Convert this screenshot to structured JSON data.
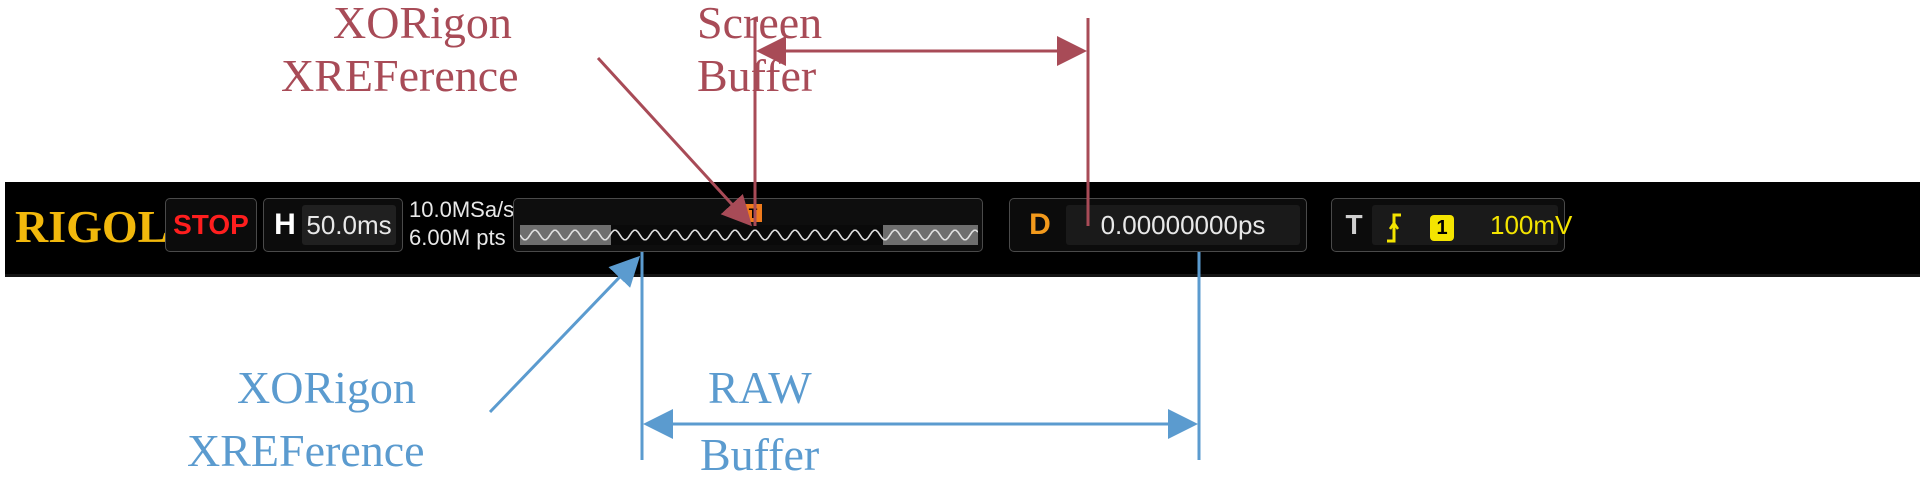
{
  "annotations": {
    "top_left_line1": "XORigon",
    "top_left_line2": "XREFerence",
    "top_right_line1": "Screen",
    "top_right_line2": "Buffer",
    "bottom_left_line1": "XORigon",
    "bottom_left_line2": "XREFerence",
    "bottom_right_line1": "RAW",
    "bottom_right_line2": "Buffer",
    "color_top": "#a84b57",
    "color_bottom": "#5b9bcf"
  },
  "statusbar": {
    "brand": "RIGOL",
    "run_state": "STOP",
    "horizontal_label": "H",
    "timebase": "50.0ms",
    "sample_rate": "10.0MSa/s",
    "memory_depth": "6.00M pts",
    "trigger_position_marker": "T",
    "delay_label": "D",
    "delay_value": "0.00000000ps",
    "trigger_label": "T",
    "trigger_edge_icon": "rising-edge-icon",
    "trigger_source": "1",
    "trigger_level": "100mV",
    "colors": {
      "brand": "#f2b80c",
      "run_state": "#ff1e1e",
      "delay": "#f39a1c",
      "trigger": "#f4e400",
      "trigger_marker": "#f07b1d"
    }
  }
}
